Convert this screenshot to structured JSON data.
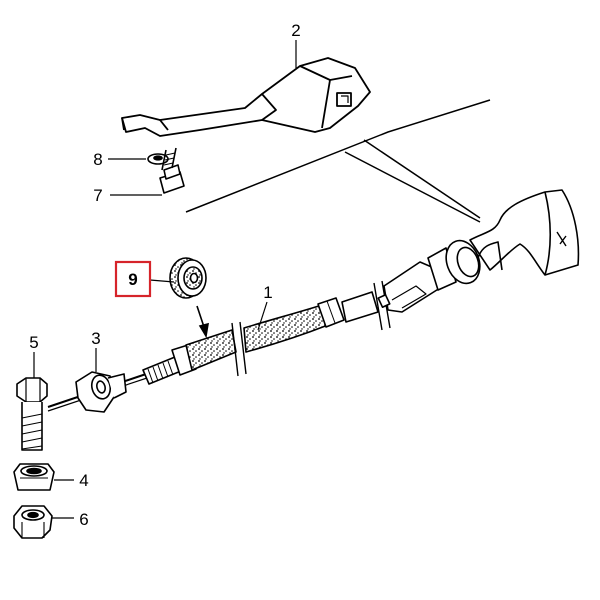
{
  "callouts": {
    "c1": "1",
    "c2": "2",
    "c3": "3",
    "c4": "4",
    "c5": "5",
    "c6": "6",
    "c7": "7",
    "c8": "8",
    "c9": "9"
  },
  "colors": {
    "line": "#000000",
    "highlight_box": "#d6242a",
    "part_fill": "#ffffff",
    "shade": "#bdbdbd"
  }
}
